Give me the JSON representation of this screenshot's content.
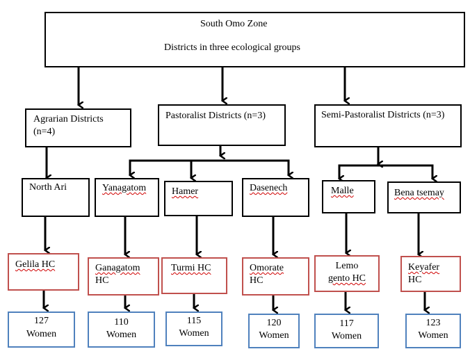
{
  "top": {
    "title": "South Omo Zone",
    "subtitle": "Districts in three ecological groups"
  },
  "groups": [
    {
      "label": "Agrarian Districts",
      "count": "(n=4)"
    },
    {
      "label": "Pastoralist Districts (n=3)"
    },
    {
      "label": "Semi-Pastoralist Districts (n=3)"
    }
  ],
  "districts": [
    {
      "name": "North Ari",
      "hc_line1": "Gelila HC",
      "hc_line2": "",
      "women_count": "127",
      "women_label": "Women"
    },
    {
      "name": "Yanagatom",
      "hc_line1": "Ganagatom",
      "hc_line2": "HC",
      "women_count": "110",
      "women_label": "Women"
    },
    {
      "name": "Hamer",
      "hc_line1": "Turmi HC",
      "hc_line2": "",
      "women_count": "115",
      "women_label": "Women"
    },
    {
      "name": "Dasenech",
      "hc_line1": "Omorate",
      "hc_line2": "HC",
      "women_count": "120",
      "women_label": "Women"
    },
    {
      "name": "Malle",
      "hc_line1": "Lemo",
      "hc_line2": "gento HC",
      "women_count": "117",
      "women_label": "Women"
    },
    {
      "name": "Bena tsemay",
      "hc_line1": "Keyafer",
      "hc_line2": "HC",
      "women_count": "123",
      "women_label": "Women"
    }
  ]
}
